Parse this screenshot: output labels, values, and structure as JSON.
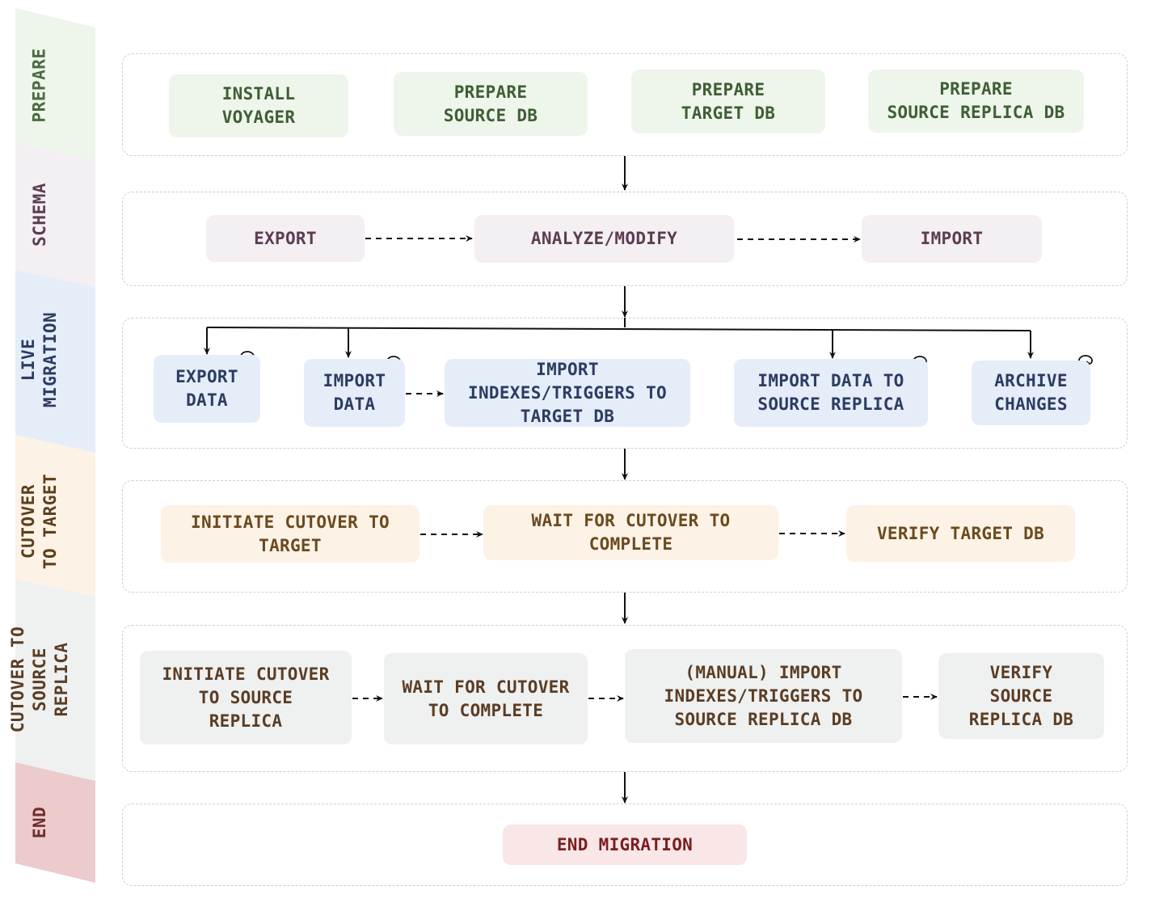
{
  "phases": {
    "prepare": "PREPARE",
    "schema": "SCHEMA",
    "live_migration": "LIVE\nMIGRATION",
    "cutover_to_target": "CUTOVER\nTO TARGET",
    "cutover_to_source_replica": "CUTOVER TO\nSOURCE\nREPLICA",
    "end": "END"
  },
  "prepare": {
    "install_voyager": "INSTALL\nVOYAGER",
    "prepare_source_db": "PREPARE\nSOURCE DB",
    "prepare_target_db": "PREPARE\nTARGET DB",
    "prepare_source_replica_db": "PREPARE\nSOURCE REPLICA DB"
  },
  "schema": {
    "export": "EXPORT",
    "analyze_modify": "ANALYZE/MODIFY",
    "import": "IMPORT"
  },
  "live_migration": {
    "export_data": "EXPORT\nDATA",
    "import_data": "IMPORT\nDATA",
    "import_indexes_triggers": "IMPORT\nINDEXES/TRIGGERS TO\nTARGET DB",
    "import_data_to_source_replica": "IMPORT DATA TO\nSOURCE REPLICA",
    "archive_changes": "ARCHIVE\nCHANGES"
  },
  "cutover_to_target": {
    "initiate": "INITIATE CUTOVER TO\nTARGET",
    "wait": "WAIT FOR CUTOVER TO\nCOMPLETE",
    "verify": "VERIFY TARGET DB"
  },
  "cutover_to_source_replica": {
    "initiate": "INITIATE CUTOVER\nTO SOURCE\nREPLICA",
    "wait": "WAIT FOR CUTOVER\nTO COMPLETE",
    "manual_import": "(MANUAL) IMPORT\nINDEXES/TRIGGERS TO\nSOURCE REPLICA DB",
    "verify": "VERIFY\nSOURCE\nREPLICA DB"
  },
  "end": {
    "end_migration": "END MIGRATION"
  },
  "colors": {
    "prepare": "#eef5ea",
    "schema": "#f3eff2",
    "live_migration": "#e5edf9",
    "cutover_to_target": "#fcf2e5",
    "cutover_to_source_replica": "#eff1f0",
    "end": "#f9e6e6"
  },
  "icons": {
    "repeat": "loop-arrow-icon"
  }
}
